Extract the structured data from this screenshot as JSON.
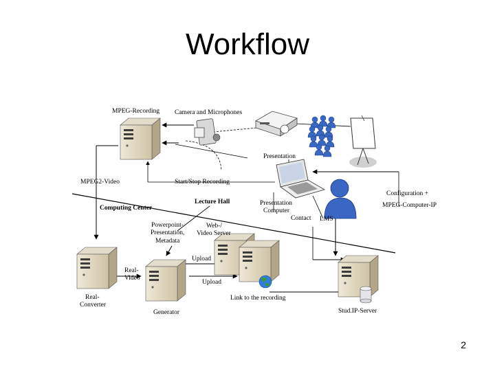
{
  "title": "Workflow",
  "page_number": "2",
  "labels": {
    "mpeg_recording": "MPEG-Recording",
    "camera_microphones": "Camera and Microphones",
    "presentation": "Presentation",
    "mpeg2_video": "MPEG2-Video",
    "start_stop": "Start/Stop Recording",
    "configuration_1": "Configuration +",
    "configuration_2": "MPEG-Computer-IP",
    "lecture_hall": "Lecture Hall",
    "presentation_computer_1": "Presentation",
    "presentation_computer_2": "Computer",
    "computing_center": "Computing Center",
    "contact": "Contact",
    "lms": "LMS",
    "powerpoint_1": "Powerpoint-",
    "powerpoint_2": "Presentation,",
    "powerpoint_3": "Metadata",
    "webserver_1": "Web-/",
    "webserver_2": "Video Server",
    "upload_1": "Upload",
    "upload_2": "Upload",
    "real_video_1": "Real-",
    "real_video_2": "Video",
    "real_converter_1": "Real-",
    "real_converter_2": "Converter",
    "link_recording": "Link to the recording",
    "generator": "Generator",
    "studip_server": "Stud.IP-Server"
  },
  "colors": {
    "server_body": "#d6cdb8",
    "server_side": "#b8ab90",
    "person_blue": "#3a66c4",
    "projector_body": "#e8e8e8",
    "screen_gray": "#c8c8c8"
  }
}
